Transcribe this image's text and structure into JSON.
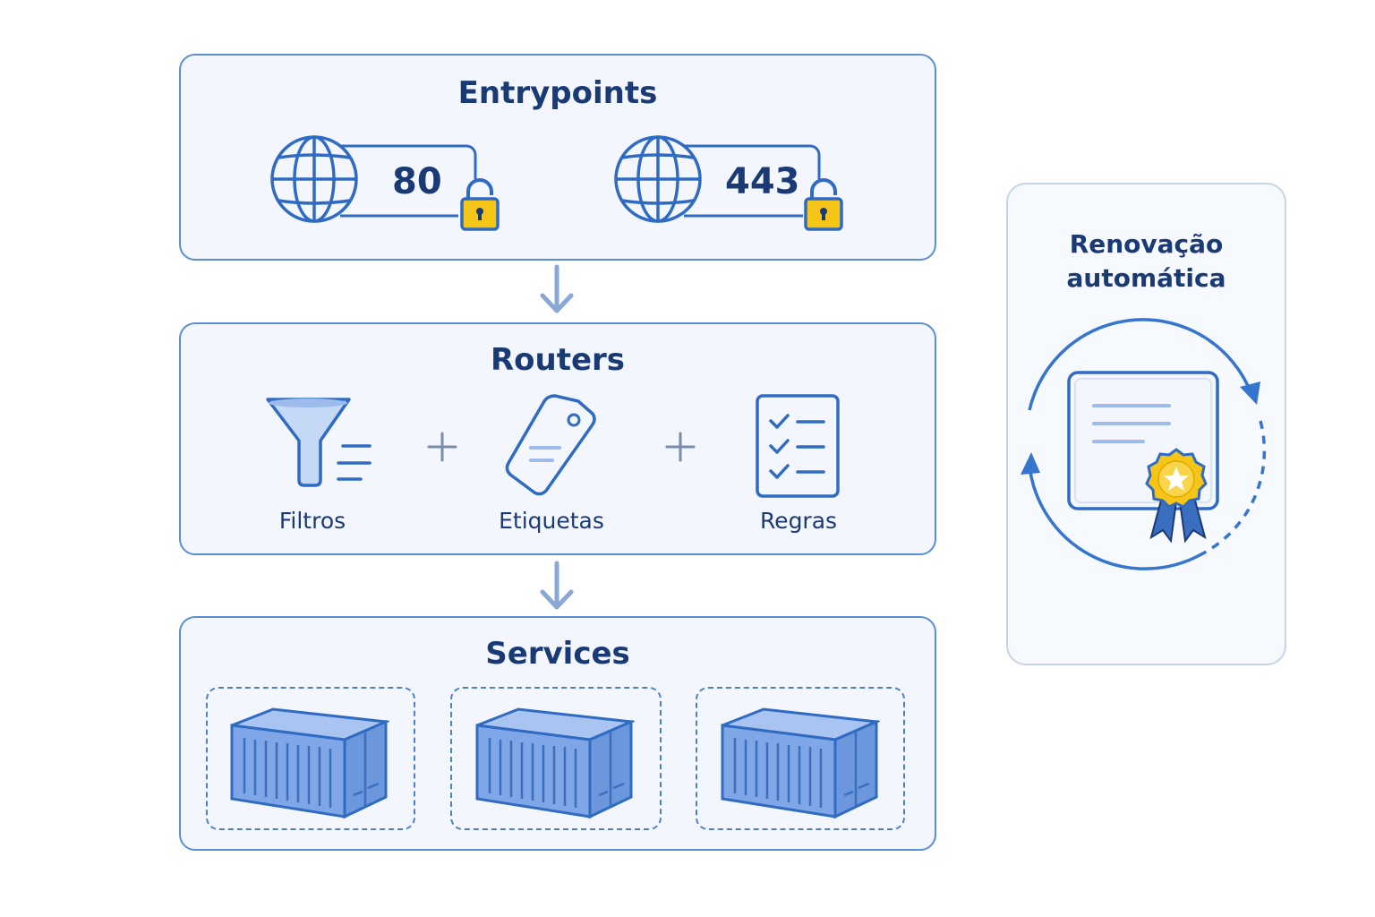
{
  "entrypoints": {
    "title": "Entrypoints",
    "ports": [
      "80",
      "443"
    ]
  },
  "routers": {
    "title": "Routers",
    "items": [
      {
        "label": "Filtros",
        "icon": "funnel-icon"
      },
      {
        "label": "Etiquetas",
        "icon": "tag-icon"
      },
      {
        "label": "Regras",
        "icon": "checklist-icon"
      }
    ]
  },
  "services": {
    "title": "Services",
    "containers": 3
  },
  "renewal": {
    "line1": "Renovação",
    "line2": "automática"
  },
  "colors": {
    "primary": "#2f6bc2",
    "dark_text": "#1a3a75",
    "panel_fill": "#f3f7fd",
    "lock_yellow": "#f5c518",
    "arrow": "#8aa8d6"
  }
}
